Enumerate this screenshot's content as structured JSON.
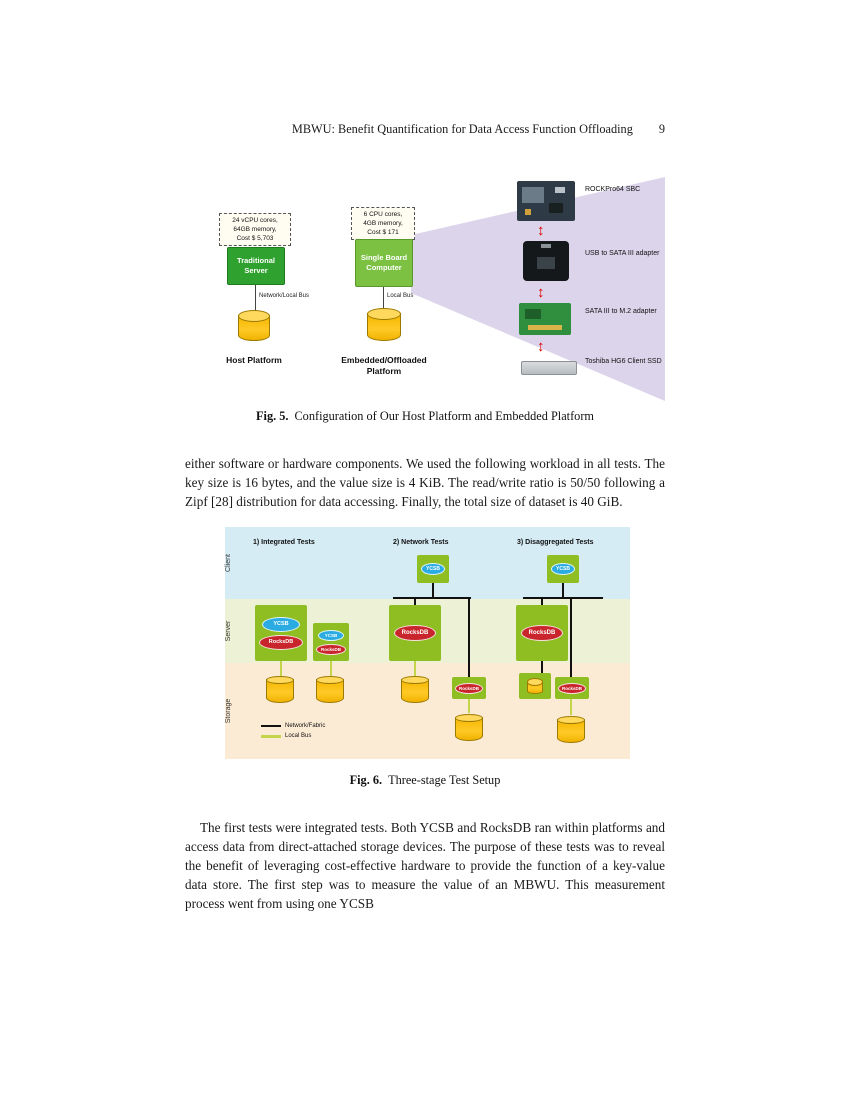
{
  "header": {
    "title": "MBWU: Benefit Quantification for Data Access Function Offloading",
    "page_number": "9"
  },
  "fig5": {
    "caption_label": "Fig. 5.",
    "caption_text": "Configuration of Our Host Platform and Embedded Platform",
    "host": {
      "specs_lines": [
        "24 vCPU cores,",
        "64GB memory,",
        "Cost $ 5,703"
      ],
      "box_label": "Traditional Server",
      "bus_label": "Network/Local Bus",
      "platform_label": "Host Platform"
    },
    "embedded": {
      "specs_lines": [
        "6 CPU cores,",
        "4GB memory,",
        "Cost $ 171"
      ],
      "box_label": "Single Board Computer",
      "bus_label": "Local Bus",
      "platform_label": "Embedded/Offloaded Platform"
    },
    "hardware_labels": [
      "ROCKPro64 SBC",
      "USB to SATA III adapter",
      "SATA III to M.2 adapter",
      "Toshiba HG6 Client SSD"
    ]
  },
  "paragraphs": {
    "p1": "either software or hardware components. We used the following workload in all tests. The key size is 16 bytes, and the value size is 4 KiB. The read/write ratio is 50/50 following a Zipf [28] distribution for data accessing. Finally, the total size of dataset is 40 GiB.",
    "p2": "The first tests were integrated tests. Both YCSB and RocksDB ran within platforms and access data from direct-attached storage devices. The purpose of these tests was to reveal the benefit of leveraging cost-effective hardware to provide the function of a key-value data store. The first step was to measure the value of an MBWU. This measurement process went from using one YCSB"
  },
  "fig6": {
    "caption_label": "Fig. 6.",
    "caption_text": "Three-stage Test Setup",
    "column_headers": [
      "1) Integrated Tests",
      "2) Network Tests",
      "3) Disaggregated Tests"
    ],
    "row_labels": [
      "Client",
      "Server",
      "Storage"
    ],
    "node_labels": {
      "ycsb": "YCSB",
      "rocksdb": "RocksDB"
    },
    "legend": [
      {
        "label": "Network/Fabric",
        "color": "#111111"
      },
      {
        "label": "Local Bus",
        "color": "#c3d54a"
      }
    ],
    "colors": {
      "client_band": "#d5ecf4",
      "server_band": "#edf1d6",
      "storage_band": "#fcebd4",
      "platform_green": "#8fbe22",
      "ycsb_blue": "#2aace2",
      "rocksdb_red": "#c9252c",
      "storage_yellow": "#f6b800"
    }
  }
}
